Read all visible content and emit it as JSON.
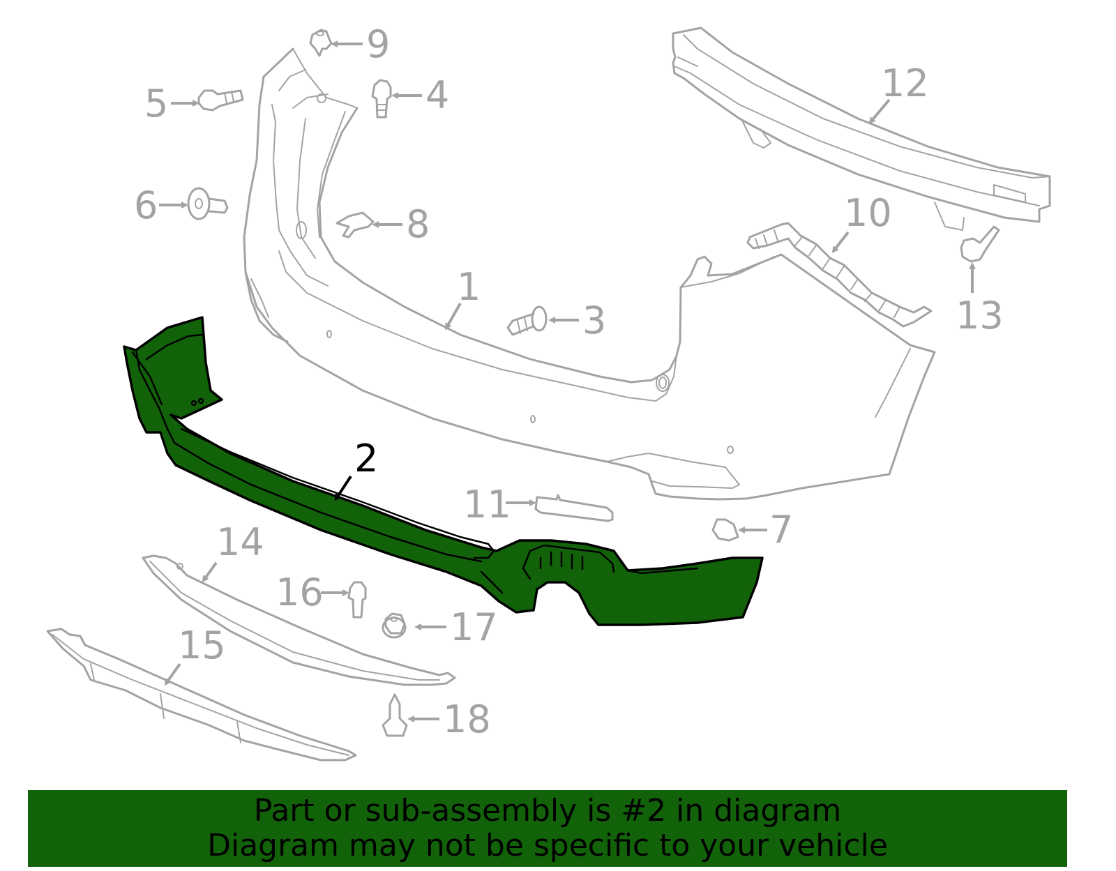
{
  "diagram": {
    "highlighted_part": "2",
    "colors": {
      "highlight_fill": "#12620a",
      "highlight_stroke": "#000000",
      "outline": "#a3a3a3",
      "banner_background": "#12620a",
      "banner_text": "#000000"
    },
    "callouts": [
      {
        "id": "1",
        "label": "1"
      },
      {
        "id": "2",
        "label": "2",
        "highlighted": true
      },
      {
        "id": "3",
        "label": "3"
      },
      {
        "id": "4",
        "label": "4"
      },
      {
        "id": "5",
        "label": "5"
      },
      {
        "id": "6",
        "label": "6"
      },
      {
        "id": "7",
        "label": "7"
      },
      {
        "id": "8",
        "label": "8"
      },
      {
        "id": "9",
        "label": "9"
      },
      {
        "id": "10",
        "label": "10"
      },
      {
        "id": "11",
        "label": "11"
      },
      {
        "id": "12",
        "label": "12"
      },
      {
        "id": "13",
        "label": "13"
      },
      {
        "id": "14",
        "label": "14"
      },
      {
        "id": "15",
        "label": "15"
      },
      {
        "id": "16",
        "label": "16"
      },
      {
        "id": "17",
        "label": "17"
      },
      {
        "id": "18",
        "label": "18"
      }
    ]
  },
  "banner": {
    "line1": "Part or sub-assembly is #2 in diagram",
    "line2": "Diagram may not be specific to your vehicle"
  }
}
